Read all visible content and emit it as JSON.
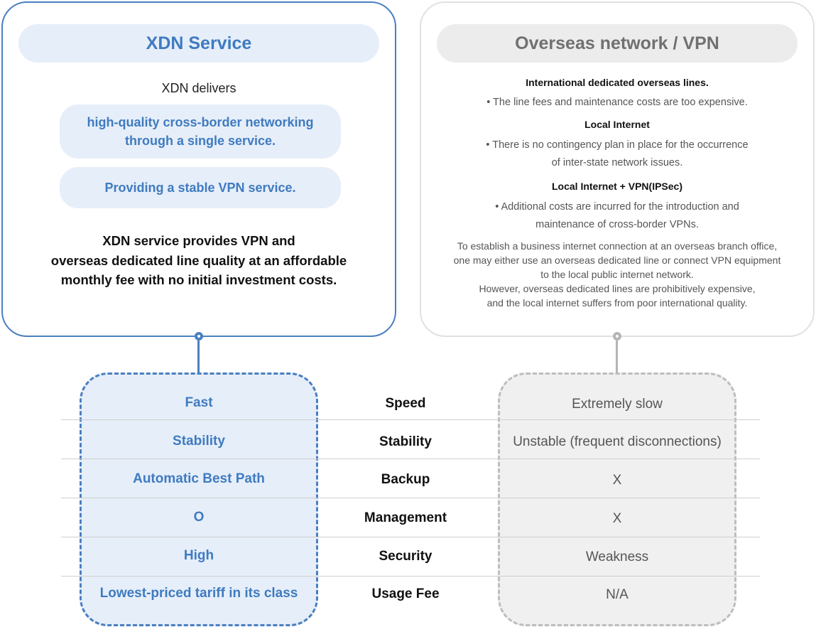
{
  "xdn_service": {
    "title": "XDN Service",
    "delivers": "XDN delivers",
    "highlight_1_line_1": "high-quality cross-border networking",
    "highlight_1_line_2": "through a single service.",
    "highlight_2": "Providing a stable VPN service.",
    "summary_line_1": "XDN service provides VPN and",
    "summary_line_2": "overseas dedicated line quality at an affordable",
    "summary_line_3": "monthly fee with no initial investment costs."
  },
  "overseas_vpn": {
    "title": "Overseas network / VPN",
    "heading_1": "International dedicated overseas lines.",
    "bullet_1": "• The line fees and maintenance costs are too expensive.",
    "heading_2": "Local Internet",
    "bullet_2_line_1": "• There is no contingency plan in place for the occurrence",
    "bullet_2_line_2": "of inter-state network issues.",
    "heading_3": "Local Internet  +  VPN(IPSec)",
    "bullet_3_line_1": "• Additional costs are incurred for the introduction and",
    "bullet_3_line_2": "maintenance of cross-border VPNs.",
    "paragraph": [
      "To establish a business internet connection at an overseas branch office,",
      "one may either use an overseas dedicated line or connect VPN equipment",
      "to the local public internet network.",
      "However, overseas dedicated lines are prohibitively expensive,",
      "and the local internet suffers from poor international quality."
    ]
  },
  "comparison": {
    "rows": [
      {
        "label": "Speed",
        "xdn": "Fast",
        "vpn": "Extremely slow"
      },
      {
        "label": "Stability",
        "xdn": "Stability",
        "vpn": "Unstable (frequent disconnections)"
      },
      {
        "label": "Backup",
        "xdn": "Automatic Best Path",
        "vpn": "X"
      },
      {
        "label": "Management",
        "xdn": "O",
        "vpn": "X"
      },
      {
        "label": "Security",
        "xdn": "High",
        "vpn": "Weakness"
      },
      {
        "label": "Usage Fee",
        "xdn": "Lowest-priced tariff in its class",
        "vpn": "N/A"
      }
    ]
  },
  "colors": {
    "xdn_blue": "#3f7bc0",
    "xdn_light": "#e6eef9",
    "vpn_gray": "#707070",
    "vpn_light": "#f0f0f0"
  }
}
